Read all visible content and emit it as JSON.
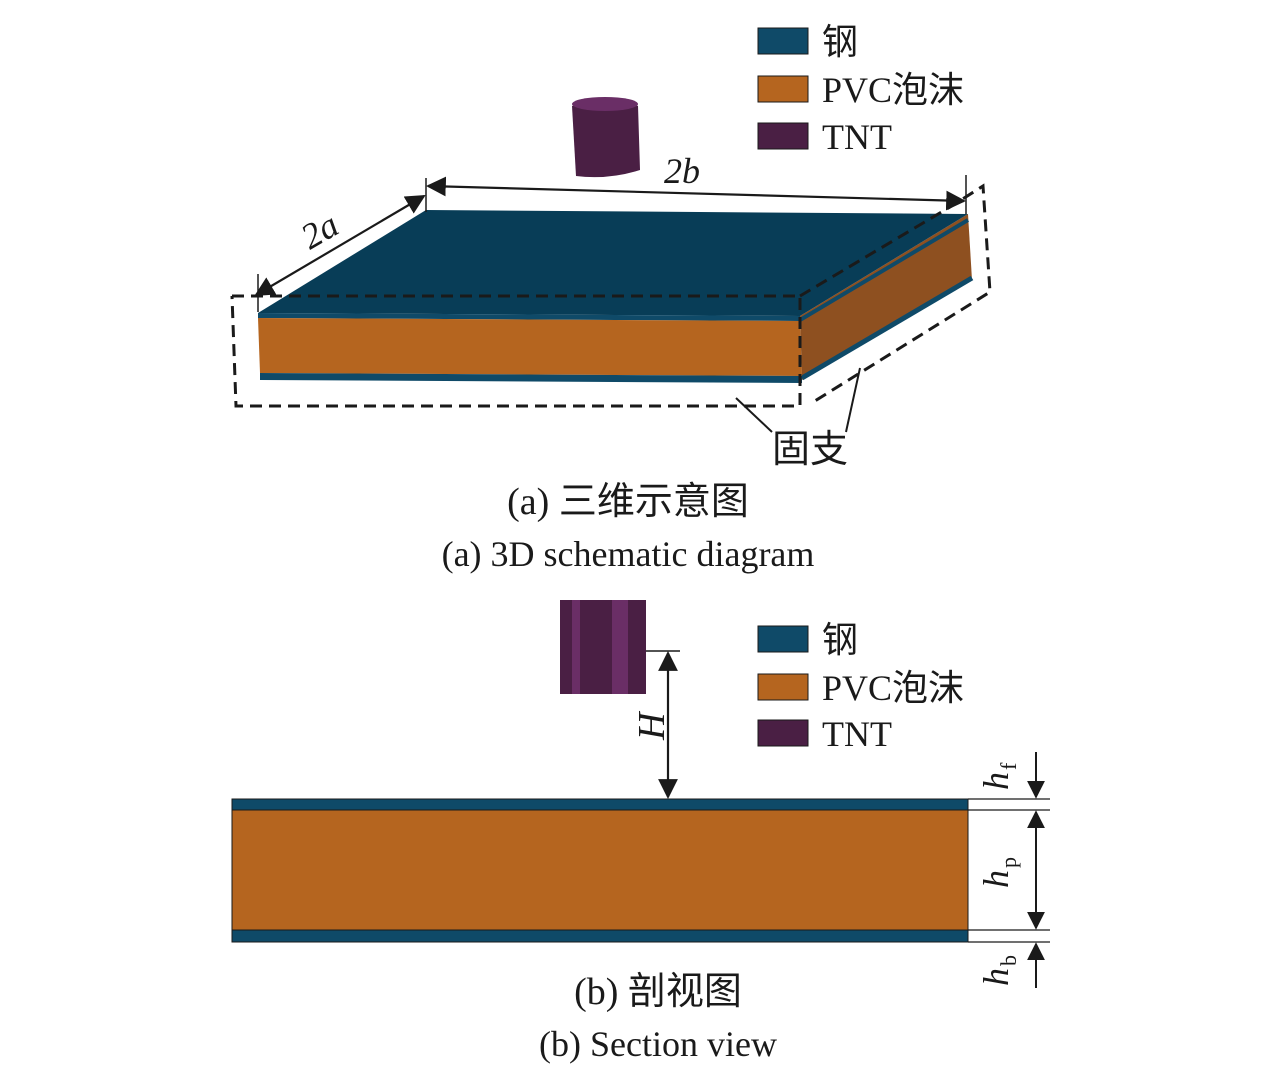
{
  "colors": {
    "steel": "#0f4a68",
    "steel_top": "#083d57",
    "pvc": "#b5651f",
    "pvc_side": "#8e5020",
    "tnt": "#4a1f44",
    "tnt_stripe": "#6a2e66",
    "line": "#1a1a1a"
  },
  "legend": [
    {
      "name": "钢",
      "color": "steel"
    },
    {
      "name": "PVC泡沫",
      "color": "pvc"
    },
    {
      "name": "TNT",
      "color": "tnt"
    }
  ],
  "panel_a": {
    "dim_2a": "2a",
    "dim_2b": "2b",
    "support_label": "固支",
    "caption_cn": "(a) 三维示意图",
    "caption_en": "(a) 3D schematic diagram"
  },
  "panel_b": {
    "dim_H": "H",
    "dim_hf_base": "h",
    "dim_hf_sub": "f",
    "dim_hp_base": "h",
    "dim_hp_sub": "p",
    "dim_hb_base": "h",
    "dim_hb_sub": "b",
    "caption_cn": "(b) 剖视图",
    "caption_en": "(b) Section view"
  }
}
